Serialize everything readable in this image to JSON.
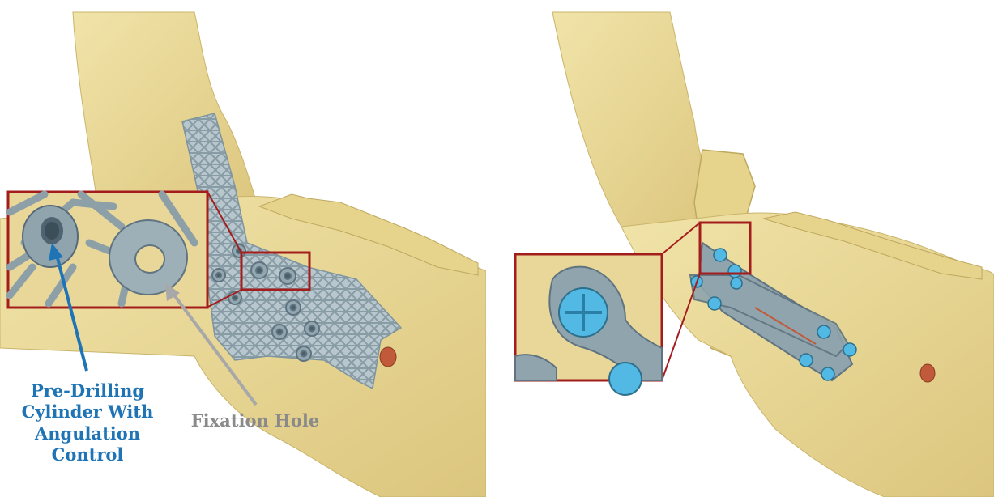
{
  "labels": {
    "pre_drilling": "Pre-Drilling Cylinder With Angulation Control",
    "fixation_hole": "Fixation Hole"
  },
  "colors": {
    "bone": "#ecdc9c",
    "bone_shadow": "#cdb96c",
    "implant": "#8fa4ad",
    "implant_dark": "#5f7480",
    "screw": "#52b8e4",
    "inset_border": "#a31d1d",
    "label_blue": "#1f74b5",
    "label_gray": "#8a8a8a"
  },
  "icons": [
    "mandible-bone",
    "lattice-guide",
    "drill-cylinder",
    "fixation-plate",
    "screw-head",
    "blue-arrow",
    "gray-arrow"
  ]
}
